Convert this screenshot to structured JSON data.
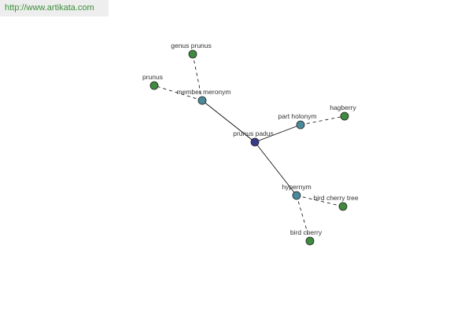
{
  "header": {
    "url": "http://www.artikata.com"
  },
  "colors": {
    "center": "#3a3a8a",
    "relation": "#4a8a9a",
    "leaf": "#3f8a3f"
  },
  "graph": {
    "nodes": [
      {
        "id": "center",
        "label": "prunus padus",
        "kind": "center"
      },
      {
        "id": "member_meronym",
        "label": "member meronym",
        "kind": "relation"
      },
      {
        "id": "part_holonym",
        "label": "part holonym",
        "kind": "relation"
      },
      {
        "id": "hypernym",
        "label": "hypernym",
        "kind": "relation"
      },
      {
        "id": "genus_prunus",
        "label": "genus prunus",
        "kind": "leaf"
      },
      {
        "id": "prunus",
        "label": "prunus",
        "kind": "leaf"
      },
      {
        "id": "hagberry",
        "label": "hagberry",
        "kind": "leaf"
      },
      {
        "id": "bird_cherry_tree",
        "label": "bird cherry tree",
        "kind": "leaf"
      },
      {
        "id": "bird_cherry",
        "label": "bird cherry",
        "kind": "leaf"
      }
    ],
    "edges": [
      {
        "from": "center",
        "to": "member_meronym",
        "style": "solid"
      },
      {
        "from": "center",
        "to": "part_holonym",
        "style": "solid"
      },
      {
        "from": "center",
        "to": "hypernym",
        "style": "solid"
      },
      {
        "from": "member_meronym",
        "to": "genus_prunus",
        "style": "dashed"
      },
      {
        "from": "member_meronym",
        "to": "prunus",
        "style": "dashed"
      },
      {
        "from": "part_holonym",
        "to": "hagberry",
        "style": "dashed"
      },
      {
        "from": "hypernym",
        "to": "bird_cherry_tree",
        "style": "dashed"
      },
      {
        "from": "hypernym",
        "to": "bird_cherry",
        "style": "dashed"
      }
    ]
  }
}
